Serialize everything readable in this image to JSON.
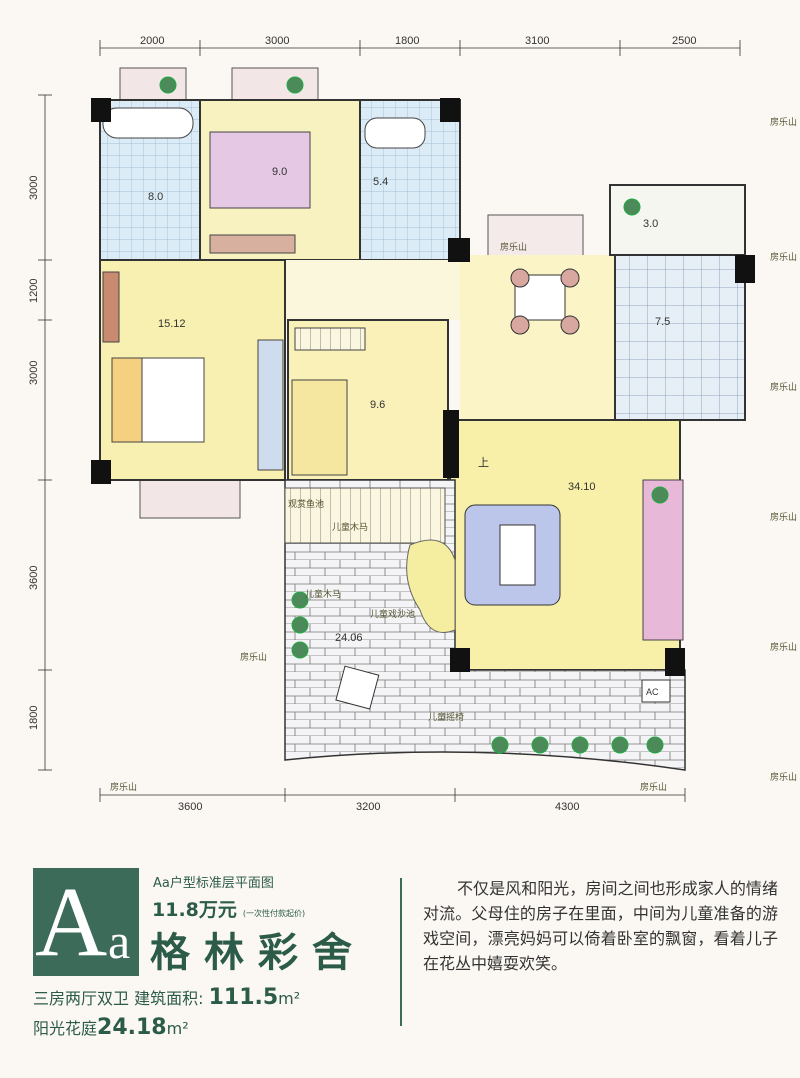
{
  "dimensions": {
    "top": [
      "2000",
      "3000",
      "1800",
      "3100",
      "2500"
    ],
    "left": [
      "3000",
      "1200",
      "3000",
      "3600",
      "1800"
    ],
    "bottom": [
      "3600",
      "3200",
      "4300"
    ]
  },
  "rooms": {
    "bath_a": "8.0",
    "bedroom_small": "9.0",
    "bath_b": "5.4",
    "kitchen_balcony": "3.0",
    "master_bedroom": "15.12",
    "kitchen": "7.5",
    "room_middle": "9.6",
    "living": "34.10",
    "garden": "24.06",
    "ac": "AC",
    "stair_up": "上"
  },
  "garden_labels": [
    "观赏鱼池",
    "儿童木马",
    "儿童木马",
    "儿童戏沙池",
    "儿童摇椅"
  ],
  "watermark": "房乐山",
  "info": {
    "logo": {
      "big": "A",
      "small": "a"
    },
    "plan_title": "Aa户型标准层平面图",
    "price": "11.8万元",
    "price_note": "(一次性付款起价)",
    "name": "格林彩舍",
    "layout_label": "三房两厅双卫  建筑面积:",
    "area": "111.5",
    "area_unit": "m²",
    "garden_label": "阳光花庭",
    "garden_area": "24.18",
    "garden_unit": "m²"
  },
  "description": "不仅是风和阳光，房间之间也形成家人的情绪对流。父母住的房子在里面，中间为儿童准备的游戏空间，漂亮妈妈可以倚着卧室的飘窗，看着儿子在花丛中嬉耍欢笑。",
  "colors": {
    "brand_green": "#3c6b5a",
    "floor_yellow": "#f6eea0",
    "tile_blue": "#cfe4f2"
  }
}
